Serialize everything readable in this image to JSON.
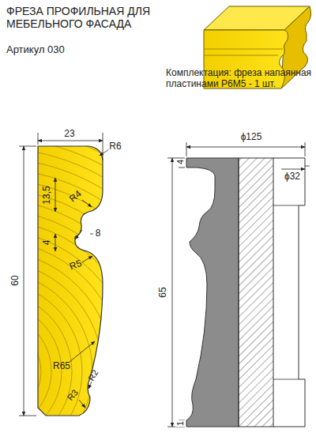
{
  "diagram": {
    "title": "ФРЕЗА ПРОФИЛЬНАЯ ДЛЯ МЕБЕЛЬНОГО ФАСАДА",
    "labels": [
      "Артикул 030",
      "Комплектация: фреза напаянная пластинами Р6М5 - 1 шт.",
      "23",
      "R6",
      "13,5",
      "R4",
      "4",
      "8",
      "R5",
      "60",
      "R65",
      "R2",
      "R3",
      "ϕ125",
      "ϕ32",
      "4",
      "65",
      "1"
    ]
  }
}
